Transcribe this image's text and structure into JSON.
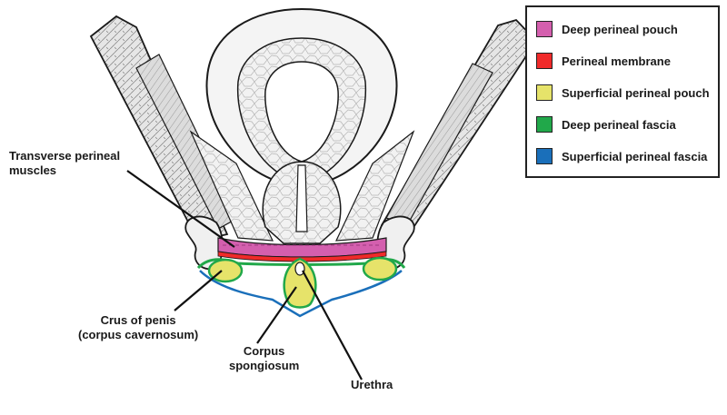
{
  "labels": {
    "transverse_line1": "Transverse perineal",
    "transverse_line2": "muscles",
    "crus_line1": "Crus of penis",
    "crus_line2": "(corpus cavernosum)",
    "spongiosum_line1": "Corpus",
    "spongiosum_line2": "spongiosum",
    "urethra": "Urethra"
  },
  "legend": [
    {
      "label": "Deep perineal pouch",
      "color": "#d45fae"
    },
    {
      "label": "Perineal membrane",
      "color": "#f02a2a"
    },
    {
      "label": "Superficial perineal pouch",
      "color": "#e6e36a"
    },
    {
      "label": "Deep perineal fascia",
      "color": "#21a84a"
    },
    {
      "label": "Superficial perineal fascia",
      "color": "#1a6fba"
    }
  ],
  "colors": {
    "outline": "#1a1a1a",
    "bone_fill": "#e4e4e4",
    "tissue_fill": "#f3f3f3"
  }
}
